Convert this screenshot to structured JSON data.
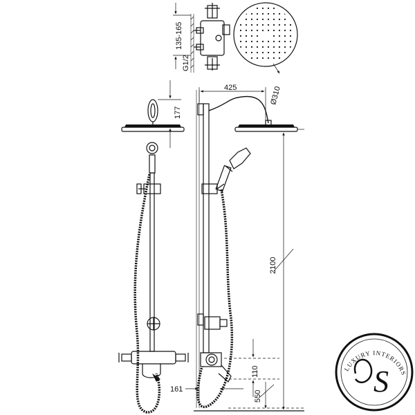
{
  "dimensions": {
    "wall_offset": "135-165",
    "thread": "G1/2",
    "arm_reach": "425",
    "head_diameter": "Ø310",
    "head_height": "177",
    "total_height": "2100",
    "valve_height": "110",
    "floor_height": "550",
    "valve_projection": "161"
  },
  "logo": {
    "text": "LUXURY INTERIORS",
    "monogram": "S"
  }
}
